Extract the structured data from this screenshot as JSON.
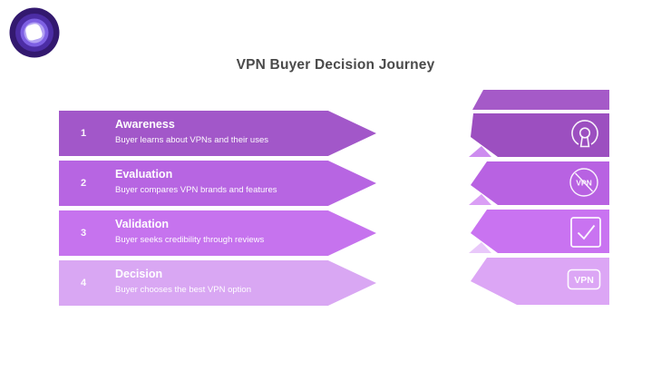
{
  "slide": {
    "title": "VPN Buyer Decision Journey",
    "background": "#ffffff",
    "title_color": "#4a4a4a"
  },
  "brand_logo": {
    "name": "vpn-brand-logo",
    "ring_colors": [
      "#33196f",
      "#4c2da5",
      "#7e60e3",
      "#b3a2f3"
    ],
    "center_color": "#ffffff"
  },
  "steps": [
    {
      "number": "1",
      "title": "Awareness",
      "description": "Buyer learns about VPNs and their uses",
      "arrow_color": "#a257c9",
      "ribbon_color": "#9c4fc0",
      "icon": "openvpn-icon"
    },
    {
      "number": "2",
      "title": "Evaluation",
      "description": "Buyer compares VPN brands and features",
      "arrow_color": "#b765e2",
      "ribbon_color": "#b862e2",
      "icon": "no-vpn-icon"
    },
    {
      "number": "3",
      "title": "Validation",
      "description": "Buyer seeks credibility through reviews",
      "arrow_color": "#c673ee",
      "ribbon_color": "#c973f1",
      "icon": "checkmark-box-icon"
    },
    {
      "number": "4",
      "title": "Decision",
      "description": "Buyer chooses the best VPN option",
      "arrow_color": "#d9a7f3",
      "ribbon_color": "#dca6f5",
      "icon": "vpn-badge-icon"
    }
  ],
  "ribbon": {
    "header_color": "#a55ac8",
    "fold_colors": [
      "#cd8cef",
      "#da9ef5",
      "#e9c8fa"
    ]
  },
  "icon_text": {
    "no_vpn": "VPN",
    "vpn_badge": "VPN"
  }
}
